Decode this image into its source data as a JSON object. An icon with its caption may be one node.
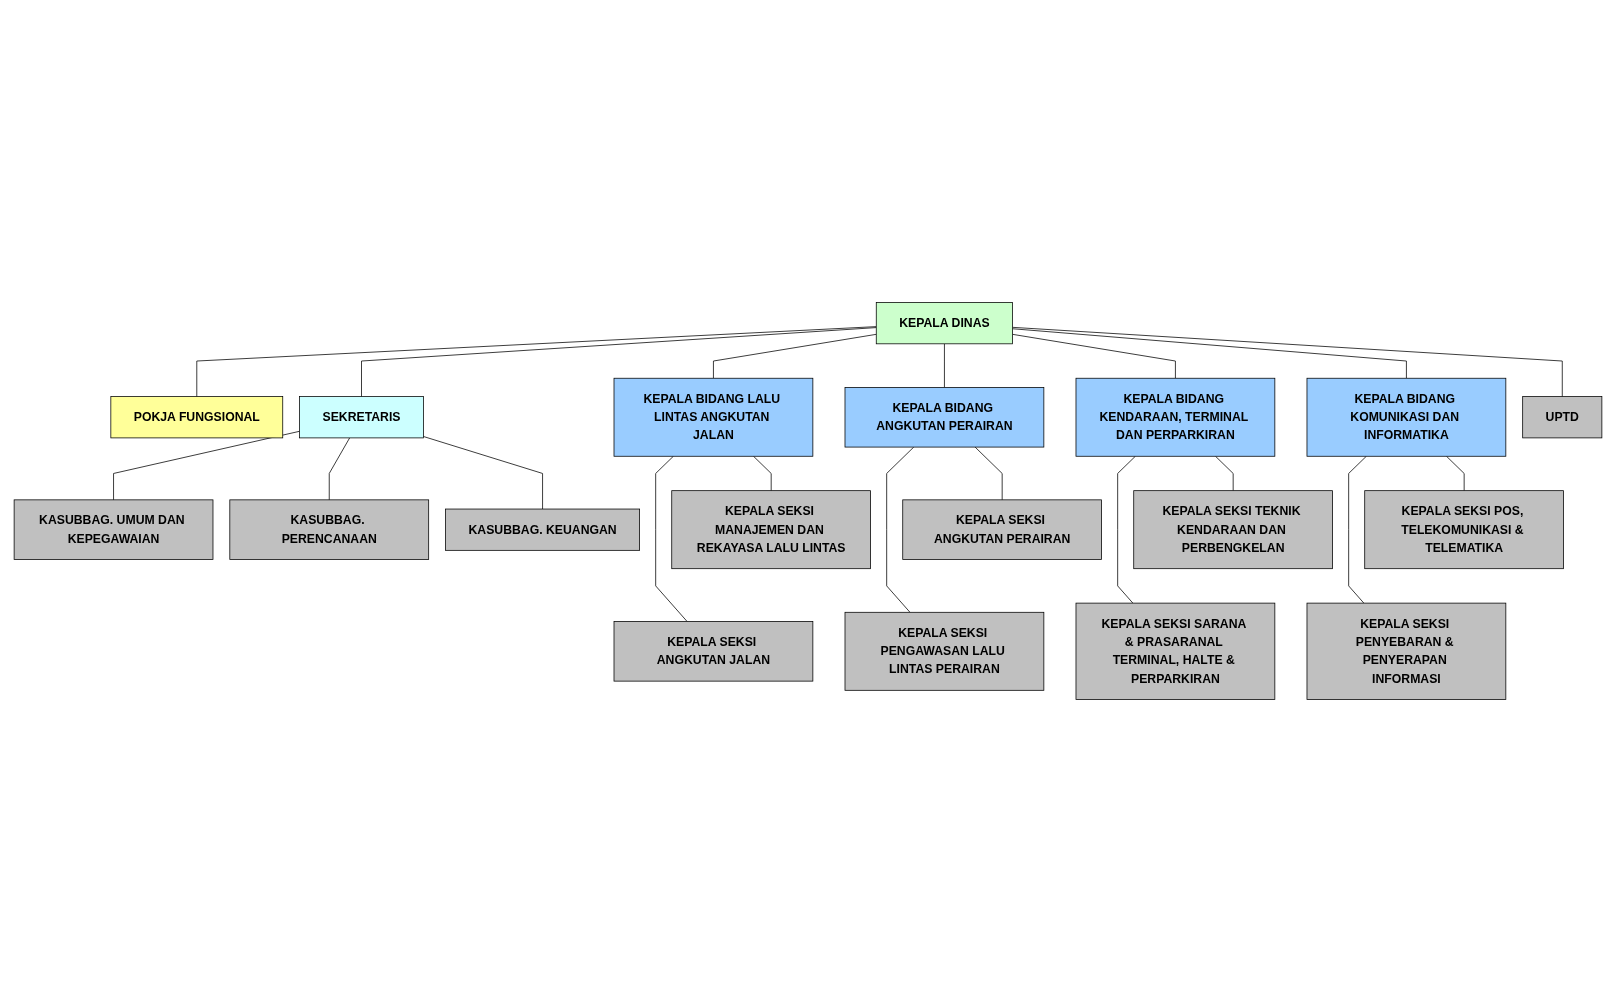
{
  "diagram": {
    "nodes": [
      {
        "text": [
          "KEPALA DINAS"
        ]
      },
      {
        "text": [
          "POKJA FUNGSIONAL"
        ]
      },
      {
        "text": [
          "SEKRETARIS"
        ]
      },
      {
        "text": [
          "KASUBBAG. UMUM DAN KEPEGAWAIAN"
        ]
      },
      {
        "text": [
          "KASUBBAG. PERENCANAAN"
        ]
      },
      {
        "text": [
          "KASUBBAG. KEUANGAN"
        ]
      },
      {
        "text": [
          "KEPALA BIDANG LALU LINTAS ANGKUTAN JALAN"
        ]
      },
      {
        "text": [
          "KEPALA BIDANG ANGKUTAN PERAIRAN"
        ]
      },
      {
        "text": [
          "KEPALA BIDANG KENDARAAN, TERMINAL DAN PERPARKIRAN"
        ]
      },
      {
        "text": [
          "KEPALA BIDANG KOMUNIKASI DAN INFORMATIKA"
        ]
      },
      {
        "text": [
          "KEPALA SEKSI MANAJEMEN DAN REKAYASA LALU LINTAS"
        ]
      },
      {
        "text": [
          "KEPALA SEKSI ANGKUTAN JALAN"
        ]
      },
      {
        "text": [
          "KEPALA SEKSI ANGKUTAN PERAIRAN"
        ]
      },
      {
        "text": [
          "KEPALA SEKSI PENGAWASAN LALU LINTAS PERAIRAN"
        ]
      },
      {
        "text": [
          "KEPALA SEKSI TEKNIK KENDARAAN DAN PERBENGKELAN"
        ]
      },
      {
        "text": [
          "KEPALA SEKSI SARANA & PRASARANAL TERMINAL, HALTE & PERPARKIRAN"
        ]
      },
      {
        "text": [
          "KEPALA SEKSI POS, TELEKOMUNIKASI & TELEMATIKA"
        ]
      },
      {
        "text": [
          "KEPALA SEKSI PENYEBARAN & PENYERAPAN INFORMASI"
        ]
      },
      {
        "text": [
          "UPTD"
        ]
      }
    ],
    "edges": [
      {
        "from": 0,
        "to": 1,
        "arrow": "none"
      },
      {
        "from": 0,
        "to": 2,
        "arrow": "none"
      },
      {
        "from": 2,
        "to": 3,
        "arrow": "none"
      },
      {
        "from": 2,
        "to": 4,
        "arrow": "none"
      },
      {
        "from": 2,
        "to": 5,
        "arrow": "none"
      },
      {
        "from": 0,
        "to": 6,
        "arrow": "none"
      },
      {
        "from": 0,
        "to": 7,
        "arrow": "none"
      },
      {
        "from": 0,
        "to": 8,
        "arrow": "none"
      },
      {
        "from": 0,
        "to": 9,
        "arrow": "none"
      },
      {
        "from": 6,
        "to": 10,
        "arrow": "none"
      },
      {
        "from": 6,
        "to": 11,
        "arrow": "none"
      },
      {
        "from": 7,
        "to": 12,
        "arrow": "none"
      },
      {
        "from": 7,
        "to": 13,
        "arrow": "none"
      },
      {
        "from": 8,
        "to": 14,
        "arrow": "none"
      },
      {
        "from": 8,
        "to": 15,
        "arrow": "none"
      },
      {
        "from": 9,
        "to": 16,
        "arrow": "none"
      },
      {
        "from": 9,
        "to": 17,
        "arrow": "none"
      },
      {
        "from": 0,
        "to": 18,
        "arrow": "none"
      }
    ]
  }
}
